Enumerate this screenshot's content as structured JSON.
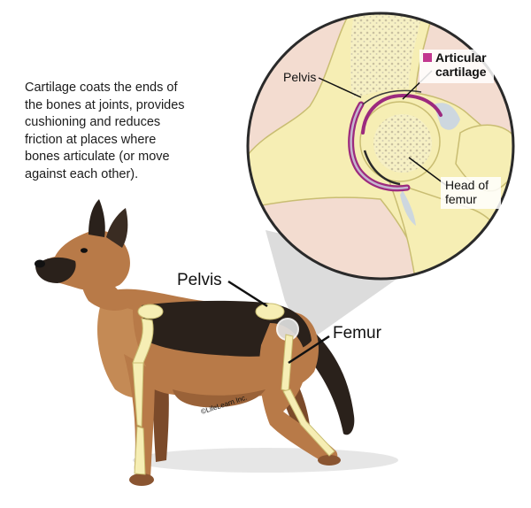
{
  "caption": {
    "lines": [
      "Cartilage coats the ends of",
      "the bones at joints, provides",
      "cushioning and reduces",
      "friction at places where",
      "bones articulate (or move",
      "against each other)."
    ]
  },
  "inset_labels": {
    "pelvis": "Pelvis",
    "articular_line1": "Articular",
    "articular_line2": "cartilage",
    "head_line1": "Head of",
    "head_line2": "femur"
  },
  "body_labels": {
    "pelvis": "Pelvis",
    "femur": "Femur"
  },
  "copyright": "©LifeLearn Inc.",
  "colors": {
    "bone": "#f6eeb4",
    "bone_stroke": "#c9bd72",
    "cartilage": "#9c2a7e",
    "legend_square": "#c2378f",
    "dog_tan": "#b87a48",
    "dog_dark": "#2a211b",
    "cone_gray": "#d4d4d4"
  }
}
